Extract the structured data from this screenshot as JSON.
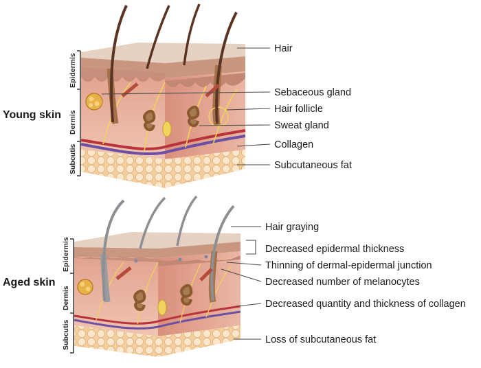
{
  "young": {
    "title": "Young skin",
    "layers": [
      "Epidermis",
      "Dermis",
      "Subcutis"
    ],
    "labels": [
      "Hair",
      "Sebaceous gland",
      "Hair follicle",
      "Sweat gland",
      "Collagen",
      "Subcutaneous fat"
    ]
  },
  "aged": {
    "title": "Aged skin",
    "layers": [
      "Epidermis",
      "Dermis",
      "Subcutis"
    ],
    "labels": [
      "Hair graying",
      "Decreased epidermal thickness",
      "Thinning of dermal-epidermal junction",
      "Decreased number of melanocytes",
      "Decreased quantity and thickness of collagen",
      "Loss of subcutaneous fat"
    ]
  },
  "colors": {
    "skin_top": "#e8d3c0",
    "epidermis": "#c99a84",
    "dermis": "#e9b7a4",
    "fat": "#f6dcb5",
    "hair_young": "#5a3422",
    "hair_aged": "#8d8f93",
    "vein": "#6c4fa2",
    "artery": "#b8333a",
    "nerve": "#f2d35b"
  }
}
